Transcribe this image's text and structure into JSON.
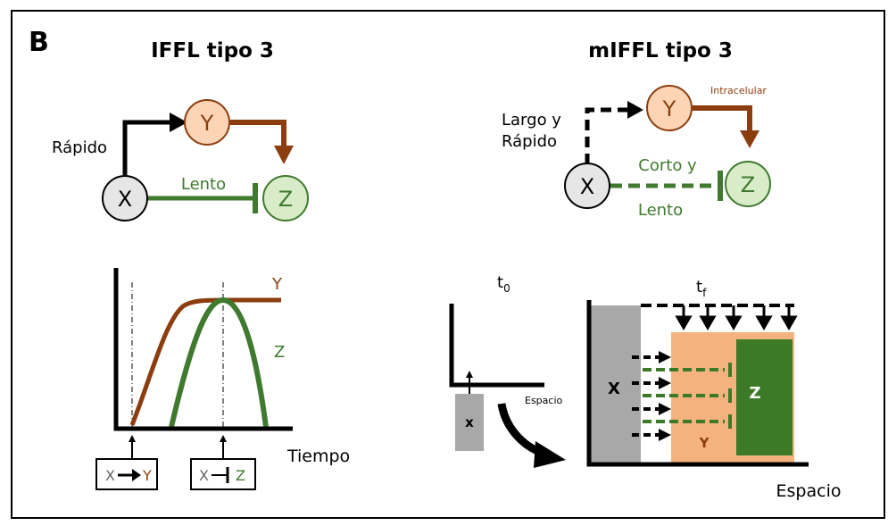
{
  "panel_letter": "B",
  "left": {
    "title": "IFFL tipo 3",
    "nodes": {
      "x": "X",
      "y": "Y",
      "z": "Z"
    },
    "edge_xy_label": "Rápido",
    "edge_xz_label": "Lento",
    "plot": {
      "series_y": "Y",
      "series_z": "Z",
      "xlabel": "Tiempo",
      "event1": {
        "from": "X",
        "to": "Y"
      },
      "event2": {
        "from": "X",
        "to": "Z"
      }
    }
  },
  "right": {
    "title": "mIFFL tipo 3",
    "nodes": {
      "x": "X",
      "y": "Y",
      "z": "Z"
    },
    "edge_xy_label_line1": "Largo y",
    "edge_xy_label_line2": "Rápido",
    "edge_yz_label": "Intracelular",
    "edge_xz_label_top": "Corto y",
    "edge_xz_label_bottom": "Lento",
    "t0_label": "t",
    "t0_sub": "0",
    "tf_label": "t",
    "tf_sub": "f",
    "small_x": "x",
    "small_axis_label": "Espacio",
    "big_x": "X",
    "big_y": "Y",
    "big_z": "Z",
    "big_axis_label": "Espacio"
  },
  "colors": {
    "black": "#000000",
    "brown": "#8b3d0e",
    "green": "#3f7a2e",
    "node_x_fill": "#e6e6e6",
    "node_y_fill": "#fbd5b5",
    "node_z_fill": "#d9ecc9",
    "gray_block": "#a8a8a8",
    "salmon": "#f5b27f",
    "dark_green": "#3c7a28"
  }
}
